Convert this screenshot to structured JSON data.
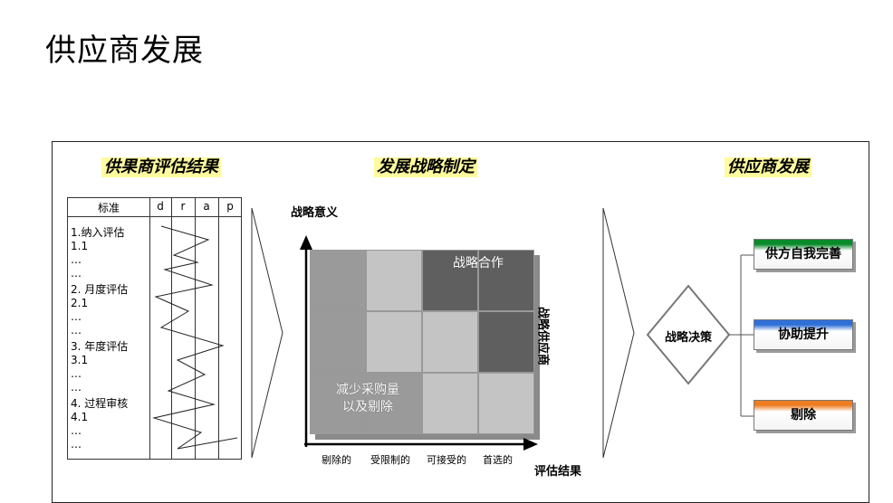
{
  "page_title": "供应商发展",
  "sections": {
    "evaluation": "供果商评估结果",
    "strategy": "发展战略制定",
    "development": "供应商发展"
  },
  "eval_table": {
    "headers": [
      "标准",
      "d",
      "r",
      "a",
      "p"
    ],
    "rows": [
      "1.纳入评估",
      "1.1",
      "…",
      "…",
      "2. 月度评估",
      "2.1",
      "…",
      "…",
      "3. 年度评估",
      "3.1",
      "…",
      "…",
      "4. 过程审核",
      "4.1",
      "…",
      "…"
    ]
  },
  "matrix": {
    "y_axis_label": "战略意义",
    "x_axis_label": "评估结果",
    "right_label": "战略供应商",
    "x_ticks": [
      "剔除的",
      "受限制的",
      "可接受的",
      "首选的"
    ],
    "top_right_label": "战略合作",
    "bottom_left_label_line1": "减少采购量",
    "bottom_left_label_line2": "以及剔除",
    "colors": {
      "dark": "#5f5f5f",
      "mid": "#9a9a9a",
      "light": "#c4c4c4"
    }
  },
  "decision": {
    "label": "战略决策",
    "outcomes": [
      {
        "label": "供方自我完善",
        "color": "#0a8a2a"
      },
      {
        "label": "协助提升",
        "color": "#2e6fd8"
      },
      {
        "label": "剔除",
        "color": "#ee7d22"
      }
    ]
  }
}
